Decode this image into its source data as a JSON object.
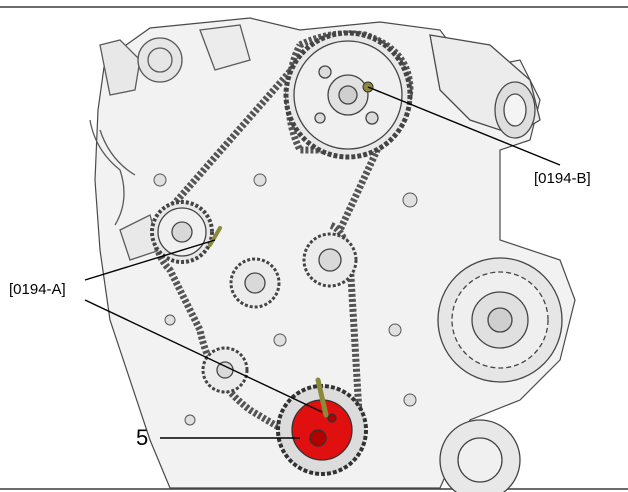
{
  "callouts": {
    "tool_a": "[0194-A]",
    "tool_b": "[0194-B]",
    "item_5": "5"
  },
  "colors": {
    "frame": "#3a3a3a",
    "engine_fill": "#f2f2f2",
    "engine_line": "#4a4a4a",
    "belt": "#555555",
    "highlight_pulley": "#e01010",
    "pin": "#8a8a3a"
  },
  "parts": {
    "highlighted": "crankshaft-pulley",
    "pins": [
      "camshaft-locking-pin",
      "tensioner-locking-pin",
      "crankshaft-locking-pin"
    ]
  }
}
